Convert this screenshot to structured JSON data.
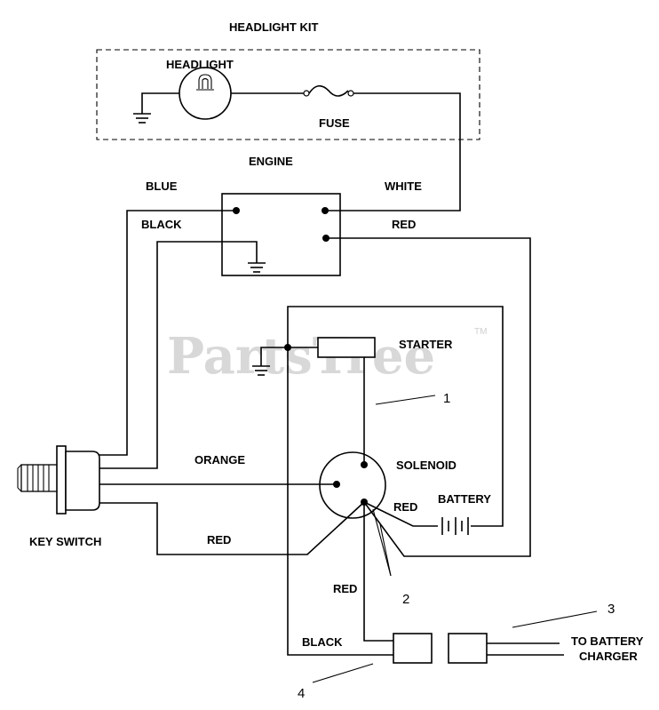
{
  "labels": {
    "headlight_kit": "HEADLIGHT KIT",
    "headlight": "HEADLIGHT",
    "fuse": "FUSE",
    "engine": "ENGINE",
    "blue": "BLUE",
    "white": "WHITE",
    "black_top": "BLACK",
    "red_top": "RED",
    "starter": "STARTER",
    "orange": "ORANGE",
    "solenoid": "SOLENOID",
    "battery": "BATTERY",
    "red_battery": "RED",
    "red_switch": "RED",
    "red_lower": "RED",
    "black_lower": "BLACK",
    "key_switch": "KEY SWITCH",
    "to_battery_line1": "TO BATTERY",
    "to_battery_line2": "CHARGER"
  },
  "callouts": [
    "1",
    "2",
    "3",
    "4"
  ],
  "watermark": {
    "text": "PartsTree",
    "tm": "TM"
  }
}
